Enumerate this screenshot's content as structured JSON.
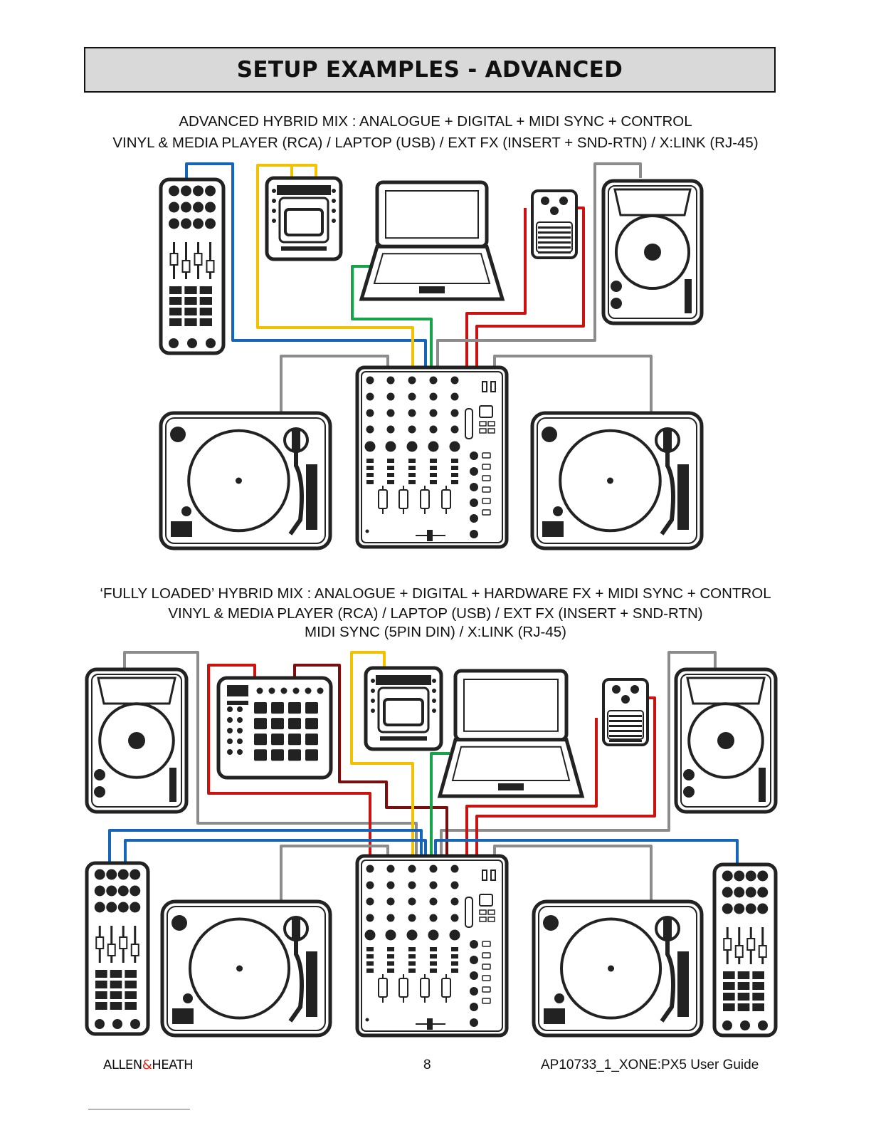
{
  "page": {
    "title": "SETUP EXAMPLES - ADVANCED"
  },
  "example1": {
    "caption_line1": "ADVANCED HYBRID MIX : ANALOGUE + DIGITAL + MIDI SYNC + CONTROL",
    "caption_line2": "VINYL  & MEDIA PLAYER (RCA) / LAPTOP (USB) / EXT FX (INSERT + SND-RTN) / X:LINK (RJ-45)"
  },
  "example2": {
    "caption_line1": "‘FULLY LOADED’ HYBRID MIX : ANALOGUE + DIGITAL + HARDWARE FX + MIDI SYNC + CONTROL",
    "caption_line2": "VINYL  & MEDIA PLAYER (RCA) / LAPTOP (USB) / EXT FX (INSERT + SND-RTN)",
    "caption_line3": "MIDI SYNC (5PIN DIN) / X:LINK (RJ-45)"
  },
  "footer": {
    "brand_left": "ALLEN",
    "brand_amp": "&",
    "brand_right": "HEATH",
    "page_number": "8",
    "document_id": "AP10733_1_XONE:PX5 User Guide"
  },
  "cable_colors": {
    "xlink": "#1565b8",
    "rca_media": "#f2c200",
    "usb": "#17a34a",
    "insert": "#cc1111",
    "midi": "#7a0d0d",
    "audio": "#8c8c8c"
  },
  "devices": {
    "controller": "controller-icon",
    "media_player": "media-player-icon",
    "laptop": "laptop-icon",
    "fx_pedal": "fx-pedal-icon",
    "speaker": "speaker-icon",
    "turntable": "turntable-icon",
    "mixer": "mixer-icon",
    "drum_pad": "drum-pad-icon"
  }
}
